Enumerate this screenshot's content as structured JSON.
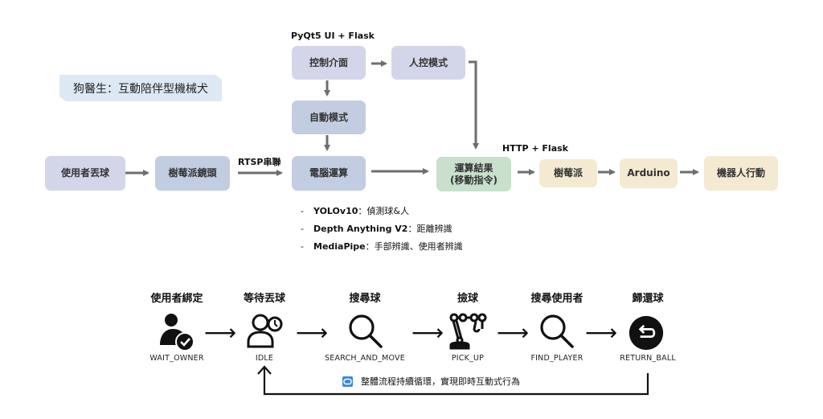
{
  "title": "狗醫生：互動陪伴型機械犬",
  "architecture": {
    "ui_group_label": "PyQt5 UI + Flask",
    "http_label": "HTTP + Flask",
    "rtsp_label": "RTSP串聯",
    "nodes": {
      "user_throw": "使用者丟球",
      "pi_camera": "樹莓派鏡頭",
      "control_panel": "控制介面",
      "manual_mode": "人控模式",
      "auto_mode": "自動模式",
      "pc_compute": "電腦運算",
      "result_line1": "運算結果",
      "result_line2": "(移動指令)",
      "raspberry_pi": "樹莓派",
      "arduino": "Arduino",
      "robot_action": "機器人行動"
    },
    "models": [
      {
        "name": "YOLOv10",
        "desc": "：偵測球&人"
      },
      {
        "name": "Depth Anything V2",
        "desc": "：距離辨識"
      },
      {
        "name": "MediaPipe",
        "desc": "：手部辨識、使用者辨識"
      }
    ],
    "colors": {
      "lavender": "#d3d6e8",
      "blue": "#c2cde2",
      "green": "#c8e0cc",
      "cream": "#f3ead1",
      "arrow": "#6e6e6e"
    }
  },
  "state_machine": {
    "states": [
      {
        "title": "使用者綁定",
        "code": "WAIT_OWNER",
        "icon": "user-check-icon"
      },
      {
        "title": "等待丟球",
        "code": "IDLE",
        "icon": "user-clock-icon"
      },
      {
        "title": "搜尋球",
        "code": "SEARCH_AND_MOVE",
        "icon": "search-icon"
      },
      {
        "title": "撿球",
        "code": "PICK_UP",
        "icon": "robot-arm-icon"
      },
      {
        "title": "搜尋使用者",
        "code": "FIND_PLAYER",
        "icon": "search-icon"
      },
      {
        "title": "歸還球",
        "code": "RETURN_BALL",
        "icon": "return-icon"
      }
    ],
    "loop_note": "整體流程持續循環，實現即時互動式行為",
    "loop_icon": "repeat-icon"
  }
}
